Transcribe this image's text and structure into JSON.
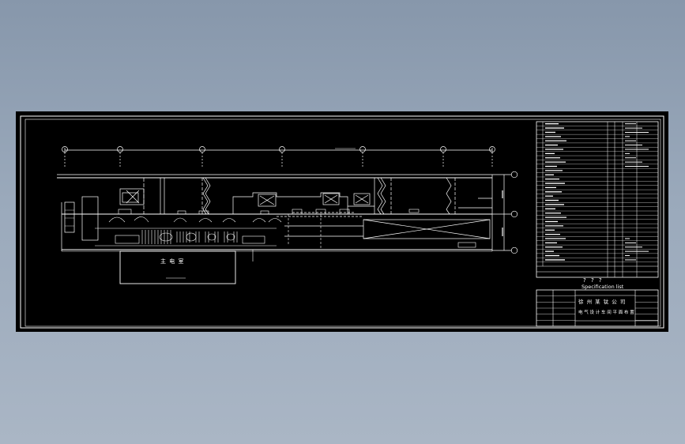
{
  "viewer": {
    "background_top": "#8797ab",
    "background_bottom": "#aab6c5",
    "sheet_color": "#000000",
    "line_color": "#ffffff"
  },
  "drawing": {
    "room_labels": {
      "main_room": "主 电 室"
    },
    "title_block": {
      "spec_icons": "? ? ?",
      "spec_title": "Specification list",
      "company_line1": "徐 州 某 钛 公 司",
      "company_line2": "电 气 设 计 车 间 平 面 布 置"
    }
  }
}
